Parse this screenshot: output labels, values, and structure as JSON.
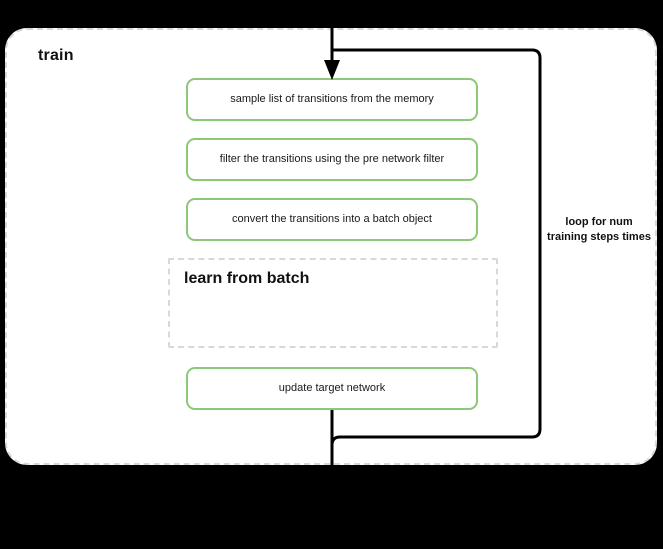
{
  "diagram": {
    "title": "train",
    "container": {
      "label": "train",
      "border_style": "dashed",
      "border_color": "#d8d8d8",
      "fill": "#ffffff"
    },
    "accent_color": "#8cc878",
    "line_color": "#000000",
    "steps": [
      {
        "id": "sample-transitions",
        "label": "sample list of transitions from the memory",
        "shape": "rounded-rect",
        "border_color": "#8cc878"
      },
      {
        "id": "filter-transitions",
        "label": "filter the transitions using the pre network filter",
        "shape": "rounded-rect",
        "border_color": "#8cc878"
      },
      {
        "id": "convert-batch",
        "label": "convert the transitions into a batch object",
        "shape": "rounded-rect",
        "border_color": "#8cc878"
      },
      {
        "id": "update-target-network",
        "label": "update target network",
        "shape": "rounded-rect",
        "border_color": "#8cc878"
      }
    ],
    "subprocess": {
      "id": "learn-from-batch",
      "label": "learn from batch",
      "shape": "dashed-rect",
      "border_color": "#d8d8d8"
    },
    "loop": {
      "label": "loop for num training steps times",
      "label_lines": [
        "loop for num",
        "training steps",
        "times"
      ],
      "direction": "back-edge"
    },
    "icons": {
      "arrow_down": "arrow-down-icon"
    }
  }
}
